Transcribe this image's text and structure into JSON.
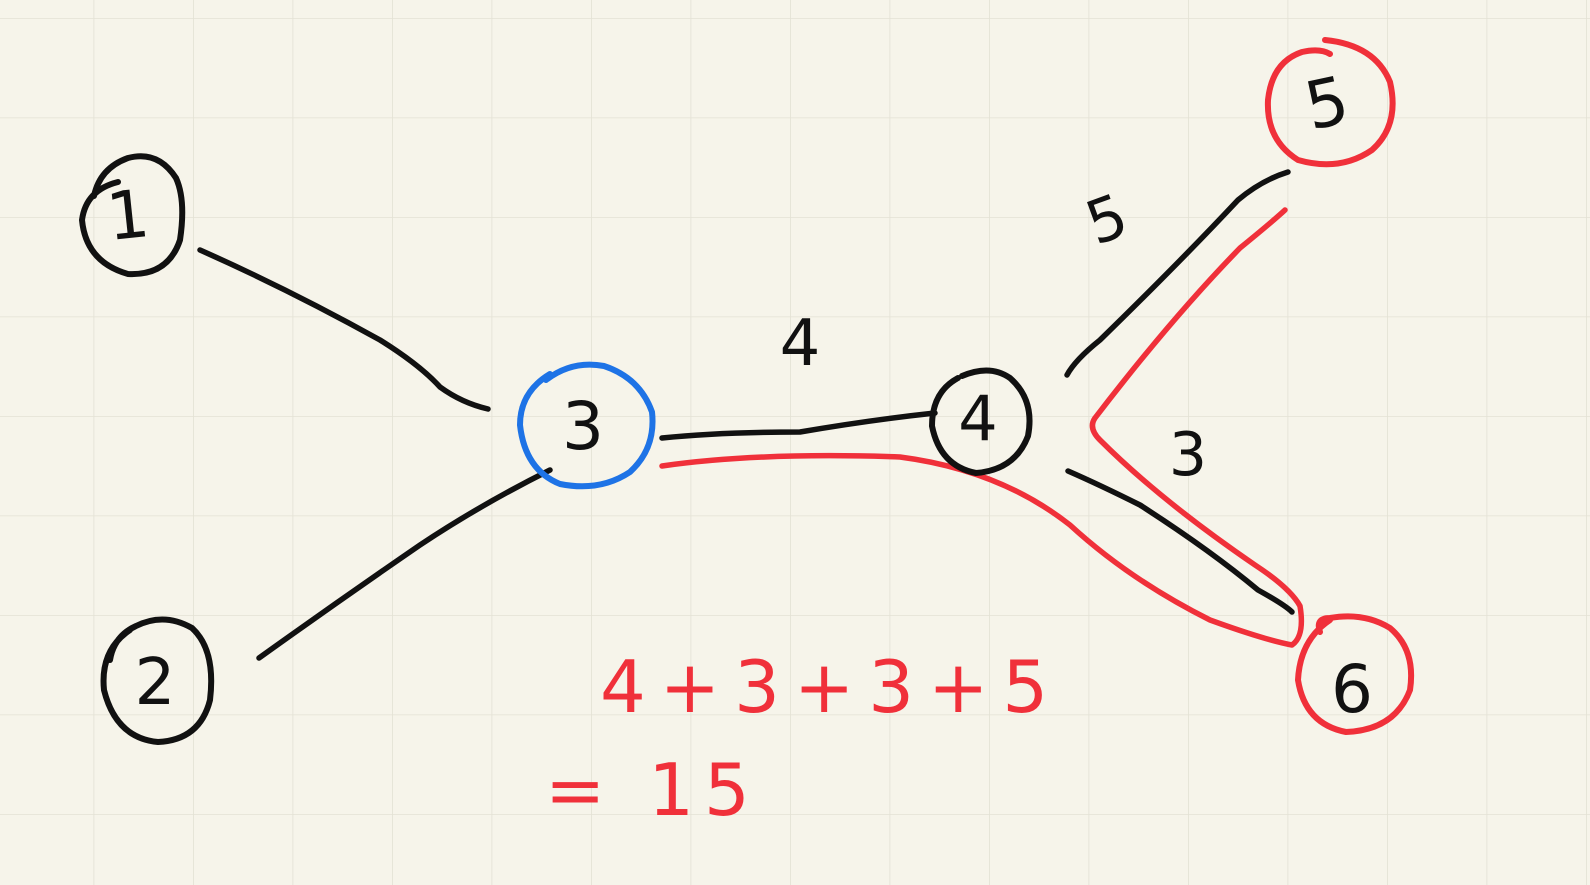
{
  "colors": {
    "paper": "#f6f4ea",
    "grid": "#e3e1d4",
    "ink": "#111111",
    "highlight_path": "#f0303a",
    "start_node": "#1e73e6"
  },
  "nodes": [
    {
      "id": "1",
      "label": "1",
      "ring": "ink"
    },
    {
      "id": "2",
      "label": "2",
      "ring": "ink"
    },
    {
      "id": "3",
      "label": "3",
      "ring": "start_node"
    },
    {
      "id": "4",
      "label": "4",
      "ring": "ink"
    },
    {
      "id": "5",
      "label": "5",
      "ring": "highlight_path"
    },
    {
      "id": "6",
      "label": "6",
      "ring": "highlight_path"
    }
  ],
  "edges": [
    {
      "from": "1",
      "to": "3",
      "weight": ""
    },
    {
      "from": "2",
      "to": "3",
      "weight": ""
    },
    {
      "from": "3",
      "to": "4",
      "weight": "4"
    },
    {
      "from": "4",
      "to": "5",
      "weight": "5"
    },
    {
      "from": "4",
      "to": "6",
      "weight": "3"
    }
  ],
  "calculation": {
    "expression": "4+3+3+5",
    "result": "= 15"
  }
}
